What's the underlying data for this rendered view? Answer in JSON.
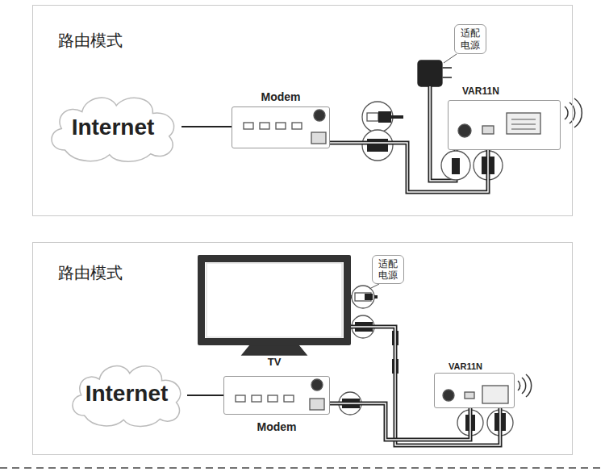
{
  "diagram": {
    "nodes": [
      {
        "text": [
          "路由模式"
        ]
      },
      {
        "text": [
          "Internet"
        ],
        "in": 0
      },
      {
        "text": [
          "Modem"
        ],
        "in": 0
      },
      {
        "text": [
          "适配电源"
        ],
        "in": 0
      },
      {
        "text": [
          "VAR11N"
        ],
        "in": 0
      },
      {
        "text": [
          "路由模式"
        ]
      },
      {
        "text": [
          "适配电源"
        ],
        "in": 5
      },
      {
        "text": [
          "TV"
        ],
        "in": 5
      },
      {
        "text": [
          "Internet"
        ],
        "in": 5
      },
      {
        "text": [
          "Modem"
        ],
        "in": 5
      },
      {
        "text": [
          "VAR11N"
        ],
        "in": 5
      }
    ],
    "edges": [
      {
        "from": 1,
        "to": 2,
        "arrow": "none"
      },
      {
        "from": 2,
        "to": 4,
        "arrow": "none"
      },
      {
        "from": 7,
        "to": 10,
        "arrow": "none"
      },
      {
        "from": 8,
        "to": 9,
        "arrow": "none"
      },
      {
        "from": 9,
        "to": 10,
        "arrow": "none"
      }
    ]
  }
}
